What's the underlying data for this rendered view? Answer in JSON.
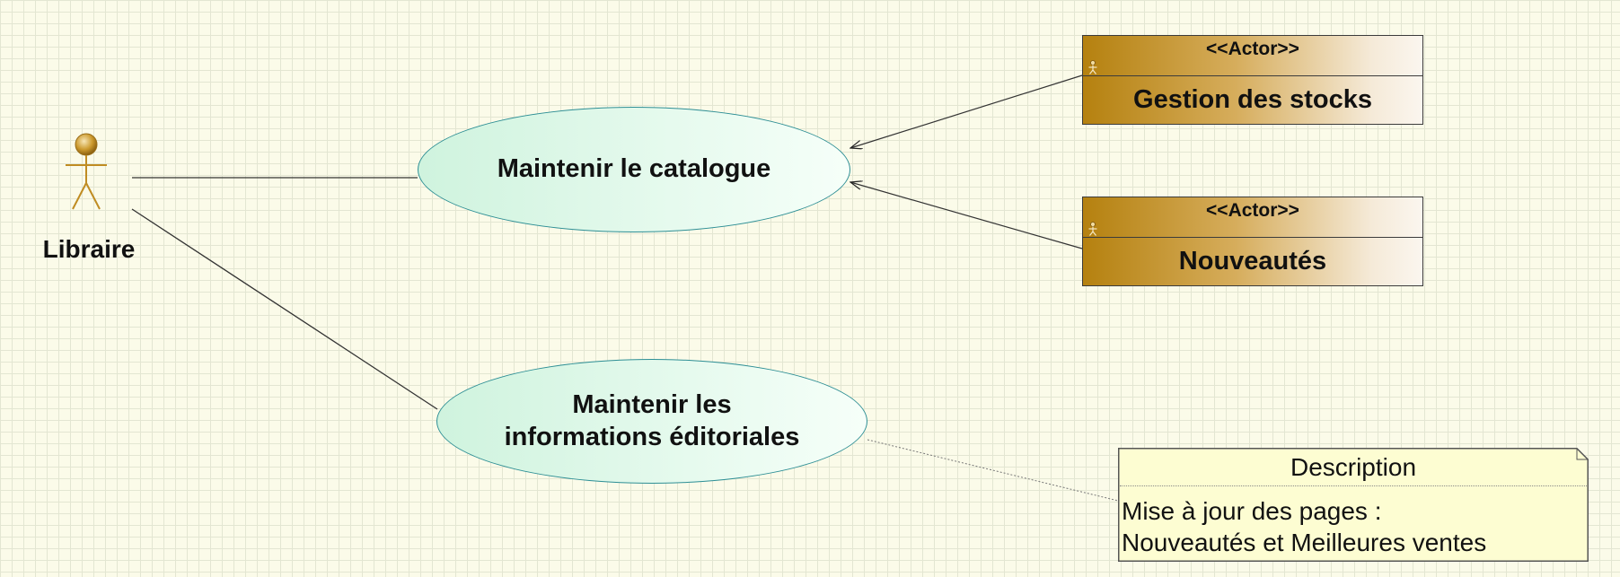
{
  "colors": {
    "background": "#fbfbe9",
    "grid": "#e3e6d2",
    "use_case_border": "#2e8f95",
    "use_case_fill": "#cff3de",
    "actor_gold": "#b5810f",
    "note_fill": "#fdfdd2"
  },
  "actors": [
    {
      "name": "Libraire",
      "icon": "stick-figure-actor-icon"
    }
  ],
  "use_cases": [
    {
      "label": "Maintenir le catalogue"
    },
    {
      "label": "Maintenir les\ninformations éditoriales"
    }
  ],
  "actor_boxes": [
    {
      "stereotype": "<<Actor>>",
      "name": "Gestion des stocks",
      "icon": "actor-mini-icon"
    },
    {
      "stereotype": "<<Actor>>",
      "name": "Nouveautés",
      "icon": "actor-mini-icon"
    }
  ],
  "note": {
    "title": "Description",
    "lines": [
      "Mise à jour des pages :",
      "Nouveautés et Meilleures ventes"
    ]
  }
}
